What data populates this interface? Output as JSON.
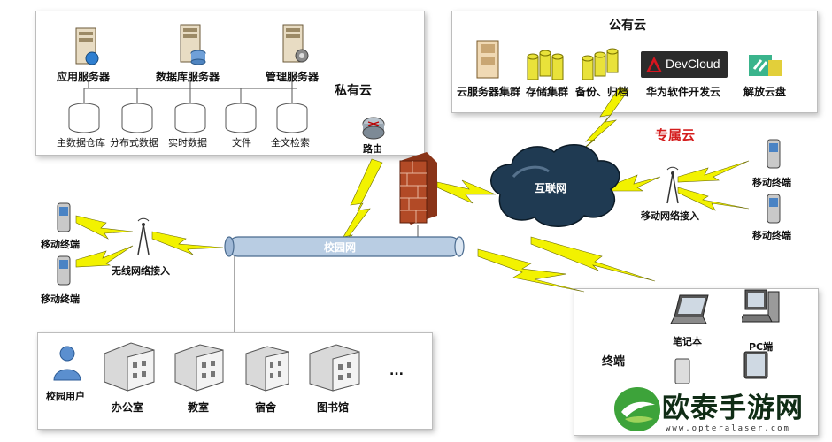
{
  "private_cloud": {
    "title": "私有云",
    "servers": [
      "应用服务器",
      "数据库服务器",
      "管理服务器"
    ],
    "stores": [
      "主数据仓库",
      "分布式数据",
      "实时数据",
      "文件",
      "全文检索"
    ]
  },
  "public_cloud": {
    "title": "公有云",
    "items": [
      "云服务器集群",
      "存储集群",
      "备份、归档",
      "华为软件开发云",
      "解放云盘"
    ],
    "devcloud_logo": "DevCloud"
  },
  "dedicated_cloud": {
    "title": "专属云"
  },
  "network": {
    "router": "路由",
    "internet": "互联网",
    "campus_net": "校园网",
    "wireless_access": "无线网络接入",
    "mobile_access": "移动网络接入",
    "mobile_terminal": "移动终端"
  },
  "campus": {
    "users": "校园用户",
    "buildings": [
      "办公室",
      "教室",
      "宿舍",
      "图书馆"
    ],
    "more": "..."
  },
  "terminals": {
    "title": "终端",
    "items": [
      "笔记本",
      "PC端"
    ]
  },
  "watermark": {
    "name": "欧泰手游网",
    "url": "www.opteralaser.com"
  },
  "colors": {
    "lightning": "#f2f200",
    "cloud": "#1f3a52",
    "campus_net": "#b9cde3",
    "firewall": "#b24a26"
  }
}
